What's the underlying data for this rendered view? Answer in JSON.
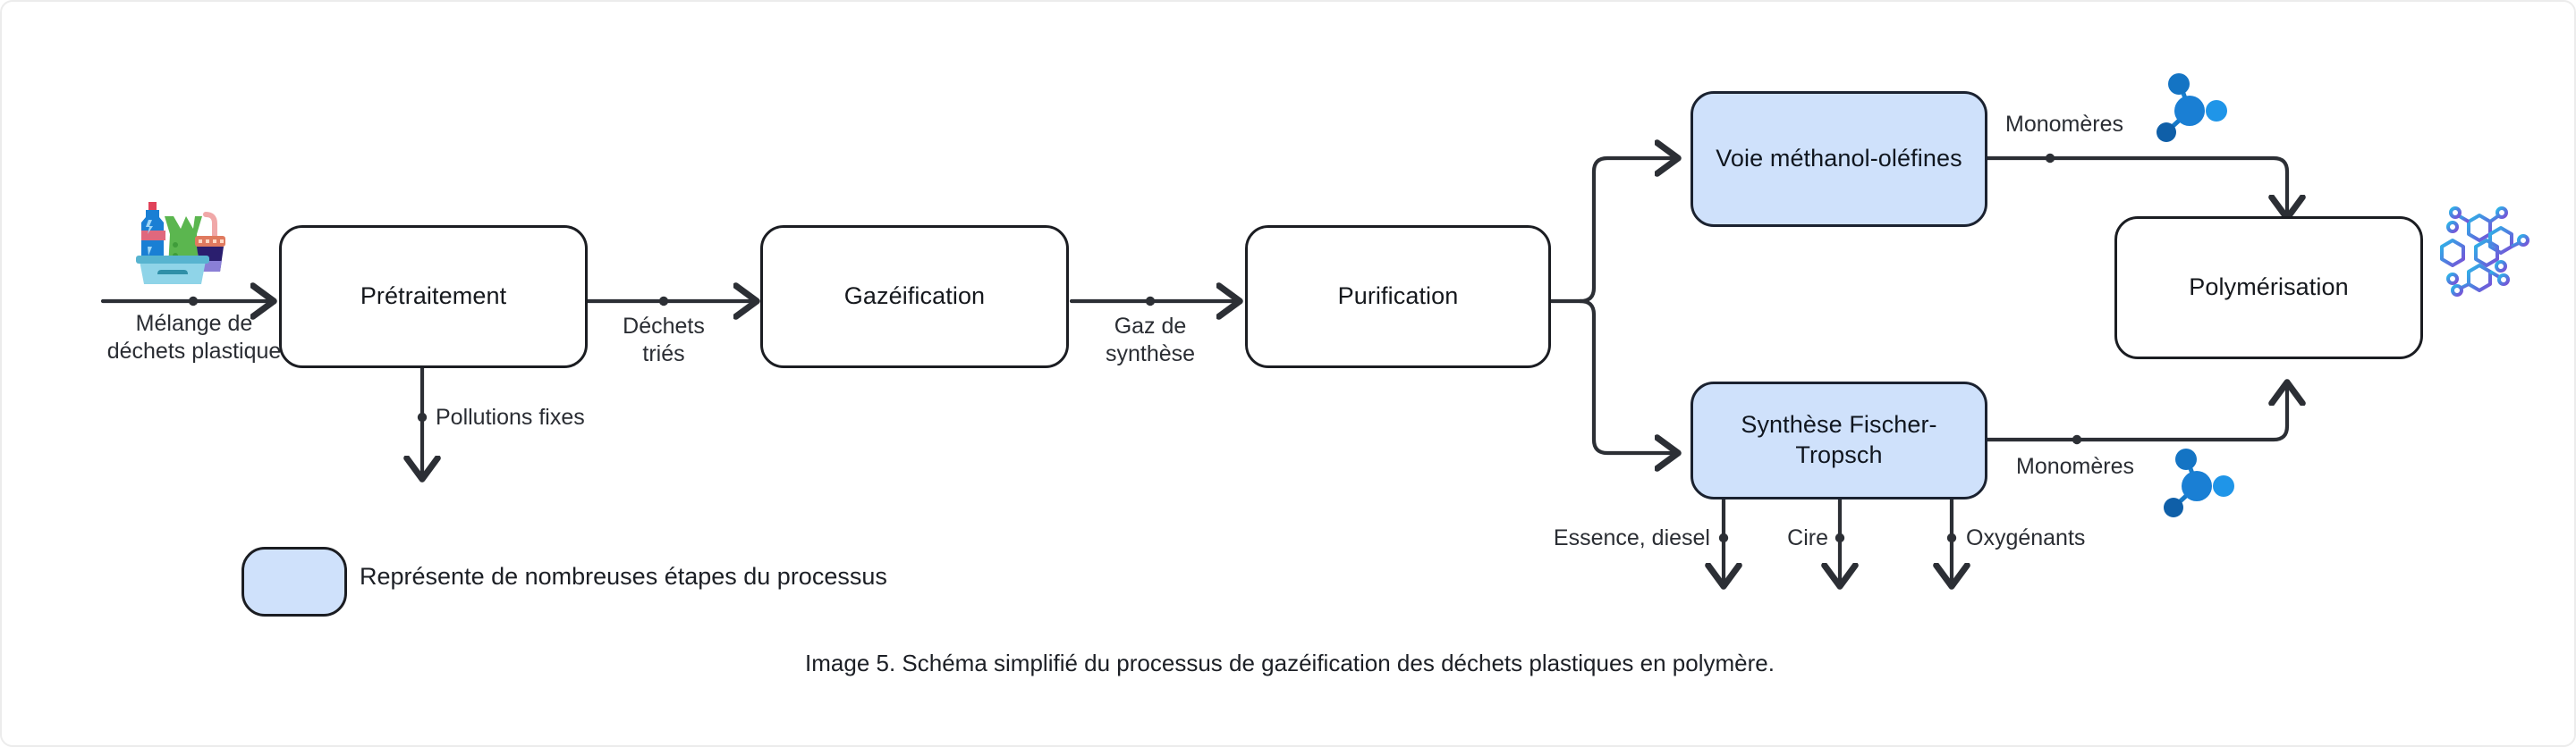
{
  "figure": {
    "caption": "Image 5. Schéma simplifié du processus de gazéification des déchets plastiques en polymère.",
    "background_color": "#ffffff",
    "stroke_color": "#1b1d22",
    "accent_blue_fill": "#cfe1fb",
    "molecule_blue": "#1a7fd4",
    "polymer_gradient": [
      "#2bb8e8",
      "#7b4fd6"
    ]
  },
  "nodes": [
    {
      "id": "pretraitement",
      "label": "Prétraitement",
      "style": "plain"
    },
    {
      "id": "gazeification",
      "label": "Gazéification",
      "style": "plain"
    },
    {
      "id": "purification",
      "label": "Purification",
      "style": "plain"
    },
    {
      "id": "voie-methanol-olefines",
      "label": "Voie méthanol-oléfines",
      "style": "blue"
    },
    {
      "id": "synthese-fischer-tropsch",
      "label": "Synthèse Fischer-Tropsch",
      "style": "blue"
    },
    {
      "id": "polymerisation",
      "label": "Polymérisation",
      "style": "plain"
    }
  ],
  "edges": [
    {
      "id": "input",
      "label": "Mélange de\ndéchets plastique",
      "from": "plastic-waste-icon",
      "to": "pretraitement"
    },
    {
      "id": "dechets-tries",
      "label": "Déchets\ntriés",
      "from": "pretraitement",
      "to": "gazeification"
    },
    {
      "id": "pollutions-fixes",
      "label": "Pollutions fixes",
      "from": "pretraitement",
      "to": ""
    },
    {
      "id": "gaz-de-synthese",
      "label": "Gaz de\nsynthèse",
      "from": "gazeification",
      "to": "purification"
    },
    {
      "id": "branch-top",
      "label": "",
      "from": "purification",
      "to": "voie-methanol-olefines"
    },
    {
      "id": "branch-bottom",
      "label": "",
      "from": "purification",
      "to": "synthese-fischer-tropsch"
    },
    {
      "id": "monomeres-top",
      "label": "Monomères",
      "from": "voie-methanol-olefines",
      "to": "polymerisation"
    },
    {
      "id": "monomeres-bottom",
      "label": "Monomères",
      "from": "synthese-fischer-tropsch",
      "to": "polymerisation"
    },
    {
      "id": "essence-diesel",
      "label": "Essence, diesel",
      "from": "synthese-fischer-tropsch",
      "to": ""
    },
    {
      "id": "cire",
      "label": "Cire",
      "from": "synthese-fischer-tropsch",
      "to": ""
    },
    {
      "id": "oxygenants",
      "label": "Oxygénants",
      "from": "synthese-fischer-tropsch",
      "to": ""
    }
  ],
  "legend": {
    "swatch_color": "#cfe1fb",
    "text": "Représente de nombreuses étapes du processus"
  },
  "icons": [
    {
      "id": "plastic-waste-icon",
      "name": "plastic-waste-icon"
    },
    {
      "id": "monomer-icon-top",
      "name": "monomer-molecule-icon"
    },
    {
      "id": "monomer-icon-bottom",
      "name": "monomer-molecule-icon"
    },
    {
      "id": "polymer-icon",
      "name": "polymer-molecule-icon"
    }
  ]
}
